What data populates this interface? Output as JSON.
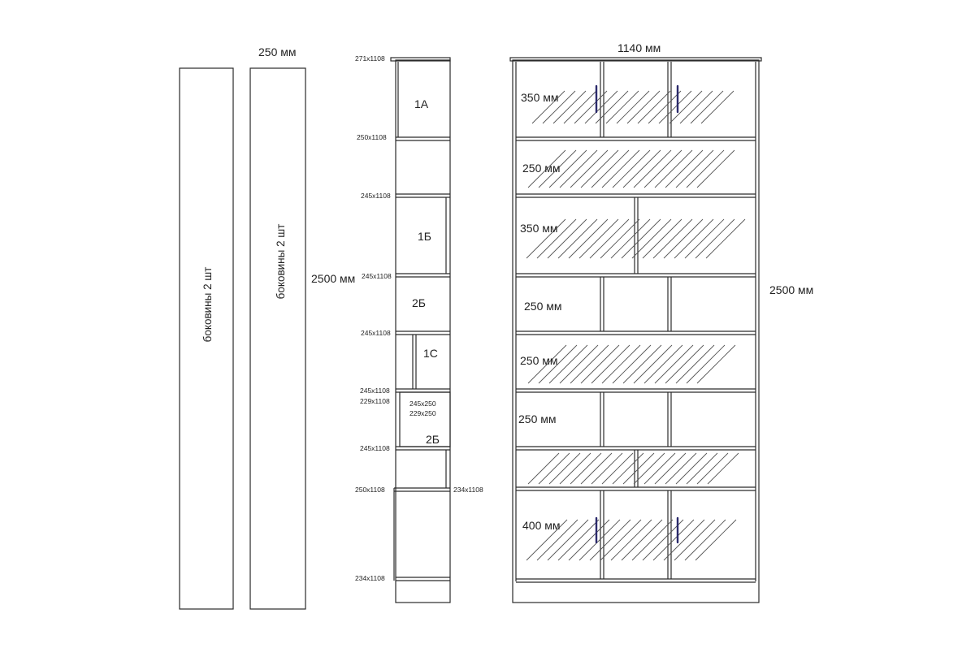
{
  "side_panels": {
    "width_label": "250 мм",
    "label_left": "боковины 2 шт",
    "label_right": "боковины 2 шт"
  },
  "section": {
    "height_label": "2500 мм",
    "cut_labels": {
      "top": "271x1108",
      "s1": "250x1108",
      "s2": "245x1108",
      "s3": "245x1108",
      "s4": "245x1108",
      "s5": "245x1108",
      "s5b": "229x1108",
      "s6": "245x1108",
      "s7": "250x1108",
      "s7r": "234x1108",
      "bottom": "234x1108",
      "inner1": "245x250",
      "inner2": "229x250"
    },
    "compartments": {
      "c1": "1А",
      "c2": "1Б",
      "c3": "2Б",
      "c4": "1С",
      "c5": "2Б"
    }
  },
  "front": {
    "width_label": "1140 мм",
    "height_label": "2500 мм",
    "rows": {
      "r1": "350 мм",
      "r2": "250 мм",
      "r3": "350 мм",
      "r4": "250 мм",
      "r5": "250 мм",
      "r6": "250 мм",
      "r8": "400 мм"
    }
  }
}
